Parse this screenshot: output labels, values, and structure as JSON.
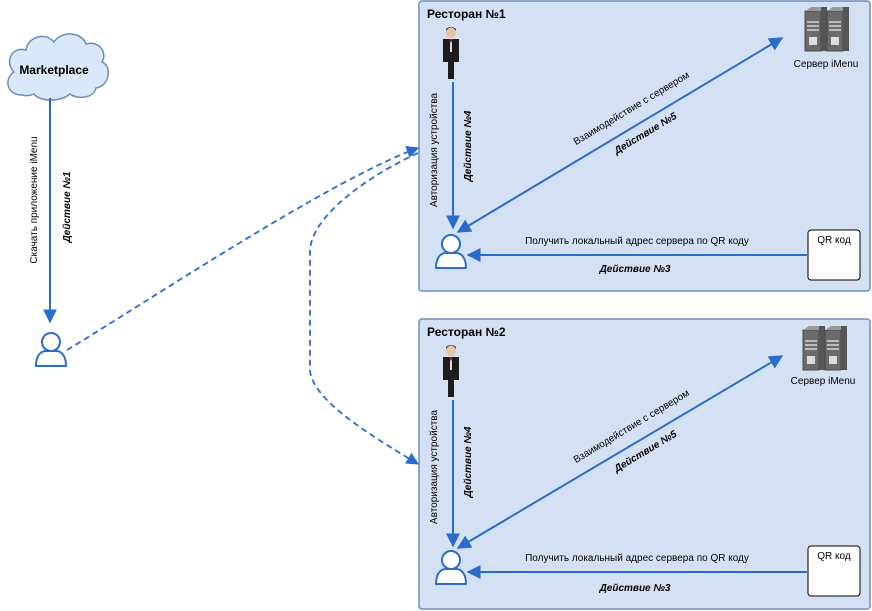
{
  "marketplace": {
    "label": "Marketplace"
  },
  "download": {
    "label": "Скачать приложение iMenu",
    "action": "Действие №1"
  },
  "restaurants": [
    {
      "title": "Ресторан №1",
      "server_label": "Сервер iMenu",
      "qr_label": "QR код",
      "auth_label": "Авторизация устройства",
      "action4": "Действие №4",
      "interact_label": "Взаимодействие с сервером",
      "action5": "Действие №5",
      "get_addr_label": "Получить локальный адрес сервера по QR коду",
      "action3": "Действие №3"
    },
    {
      "title": "Ресторан №2",
      "server_label": "Сервер iMenu",
      "qr_label": "QR код",
      "auth_label": "Авторизация устройства",
      "action4": "Действие №4",
      "interact_label": "Взаимодействие с сервером",
      "action5": "Действие №5",
      "get_addr_label": "Получить локальный адрес сервера по QR коду",
      "action3": "Действие №3"
    }
  ],
  "colors": {
    "panel": "#d4e1f5",
    "panel_border": "#6c8ebf",
    "arrow": "#2a6ccc",
    "user_stroke": "#2a6ccc",
    "cloud_fill": "#dae8fc"
  }
}
